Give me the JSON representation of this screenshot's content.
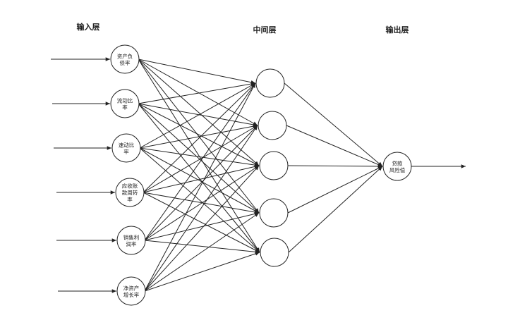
{
  "layers": {
    "input_title": "输入层",
    "hidden_title": "中间层",
    "output_title": "输出层"
  },
  "input_nodes": [
    {
      "lines": [
        "资产负",
        "债率"
      ]
    },
    {
      "lines": [
        "流动比",
        "率"
      ]
    },
    {
      "lines": [
        "速动比",
        "率"
      ]
    },
    {
      "lines": [
        "应收账",
        "款周转",
        "率"
      ]
    },
    {
      "lines": [
        "销售利",
        "润率"
      ]
    },
    {
      "lines": [
        "净资产",
        "增长率"
      ]
    }
  ],
  "hidden_node_count": 5,
  "output_node": {
    "lines": [
      "贷款",
      "风险值"
    ]
  }
}
